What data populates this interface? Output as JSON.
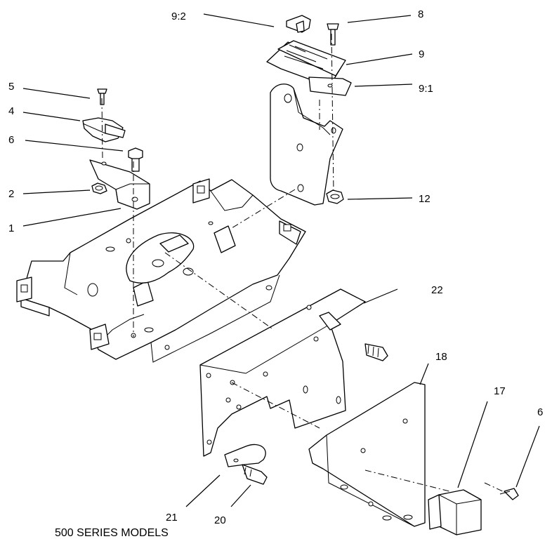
{
  "callouts": {
    "c9_2": "9:2",
    "c8": "8",
    "c9": "9",
    "c9_1": "9:1",
    "c5": "5",
    "c4": "4",
    "c6a": "6",
    "c2": "2",
    "c1": "1",
    "c12": "12",
    "c22": "22",
    "c18": "18",
    "c17": "17",
    "c6b": "6",
    "c21": "21",
    "c20": "20"
  },
  "caption": "500 SERIES MODELS"
}
